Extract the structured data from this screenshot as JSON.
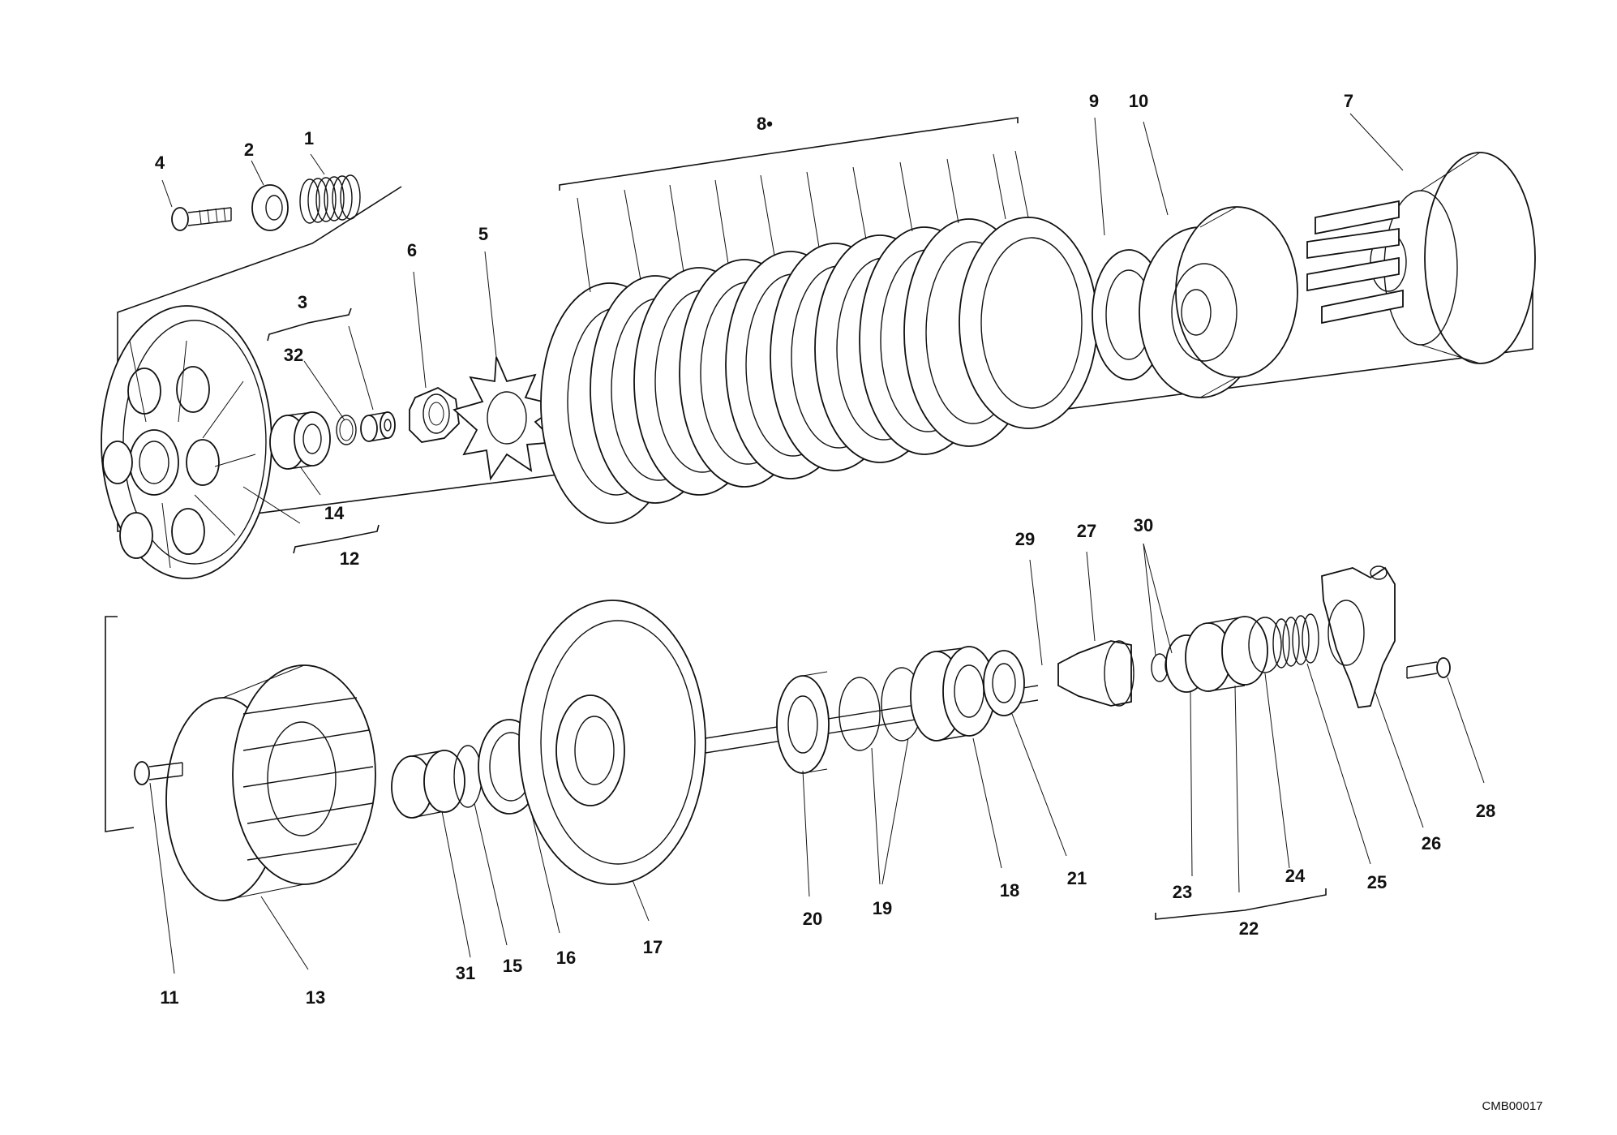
{
  "drawing_code": "CMB00017",
  "callouts": {
    "c1": "1",
    "c2": "2",
    "c3": "3",
    "c4": "4",
    "c5": "5",
    "c6": "6",
    "c7": "7",
    "c8": "8•",
    "c9": "9",
    "c10": "10",
    "c11": "11",
    "c12": "12",
    "c13": "13",
    "c14": "14",
    "c15": "15",
    "c16": "16",
    "c17": "17",
    "c18": "18",
    "c19": "19",
    "c20": "20",
    "c21": "21",
    "c22": "22",
    "c23": "23",
    "c24": "24",
    "c25": "25",
    "c26": "26",
    "c27": "27",
    "c28": "28",
    "c29": "29",
    "c30": "30",
    "c31": "31",
    "c32": "32"
  }
}
